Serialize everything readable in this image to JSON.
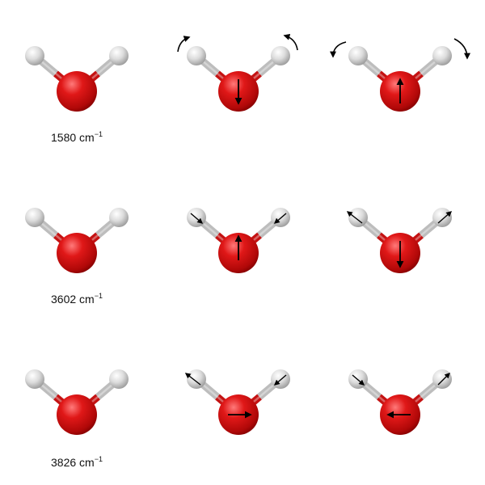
{
  "modes": [
    {
      "frequency": "1580",
      "unit": "cm",
      "exponent": "−1",
      "motion": "bend"
    },
    {
      "frequency": "3602",
      "unit": "cm",
      "exponent": "−1",
      "motion": "symmetric-stretch"
    },
    {
      "frequency": "3826",
      "unit": "cm",
      "exponent": "−1",
      "motion": "asymmetric-stretch"
    }
  ],
  "colors": {
    "oxygen": "#cc0d0d",
    "hydrogen": "#d8d8d8",
    "arrow": "#000000"
  }
}
